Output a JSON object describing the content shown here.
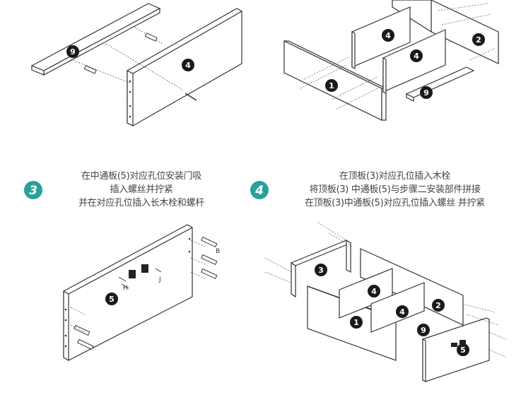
{
  "steps": [
    {
      "number": "3",
      "lines": [
        "在中通板(5)对应孔位安装门吸",
        "插入螺丝并拧紧",
        "并在对应孔位插入长木栓和螺杆"
      ]
    },
    {
      "number": "4",
      "lines": [
        "在顶板(3)对应孔位插入木栓",
        "将顶板(3) 中通板(5)与步骤二安装部件拼接",
        "在顶板(3)中通板(5)对应孔位插入螺丝 并拧紧"
      ]
    }
  ],
  "part_labels": {
    "p9": "9",
    "p4": "4",
    "p2": "2",
    "p1": "1",
    "p3": "3",
    "p5": "5"
  },
  "hardware_labels": {
    "B": "B",
    "H": "H",
    "J": "J"
  },
  "colors": {
    "badge": "#2aa198",
    "circle": "#1a1a1a",
    "line": "#333333"
  }
}
